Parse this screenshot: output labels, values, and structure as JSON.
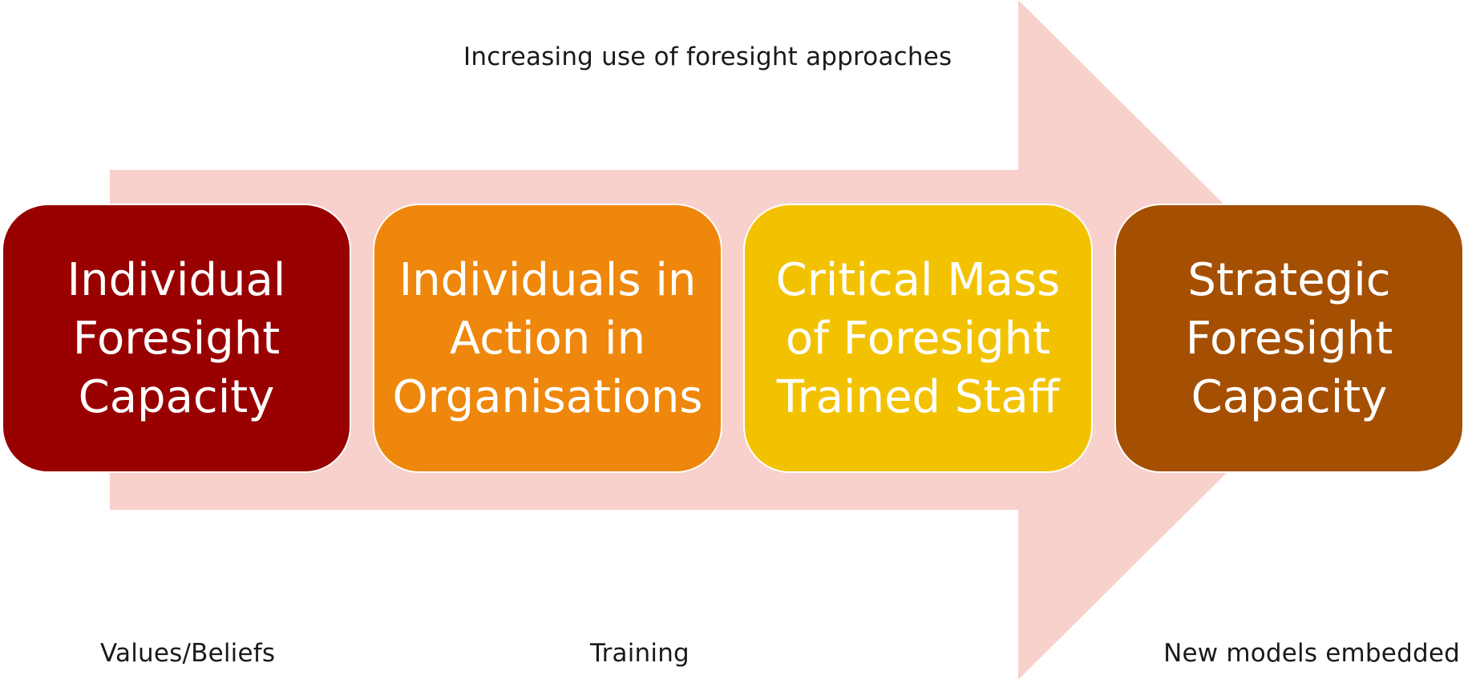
{
  "diagram": {
    "arrow_color": "#f8d0cc",
    "top_caption": "Increasing use of foresight approaches",
    "stages": [
      {
        "label": "Individual\nForesight\nCapacity",
        "color": "#990000"
      },
      {
        "label": "Individuals in\nAction in\nOrganisations",
        "color": "#ee870b"
      },
      {
        "label": "Critical Mass\nof Foresight\nTrained Staff",
        "color": "#f2c200"
      },
      {
        "label": "Strategic\nForesight\nCapacity",
        "color": "#a54f02"
      }
    ],
    "bottom_labels": {
      "left": "Values/Beliefs",
      "middle": "Training",
      "right": "New models embedded"
    }
  }
}
